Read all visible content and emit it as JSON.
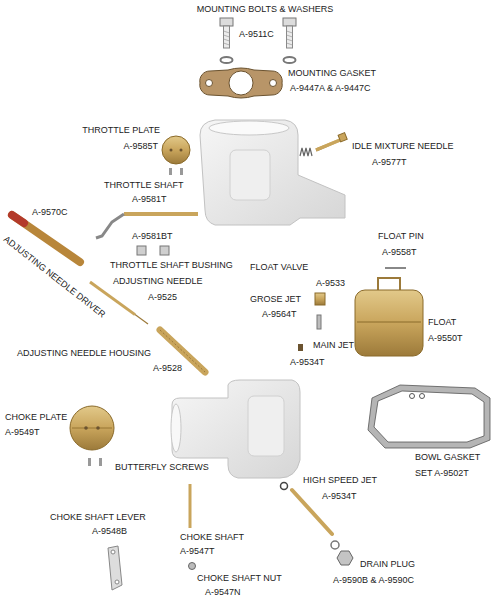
{
  "diagram": {
    "labels": [
      "MOUNTING BOLTS & WASHERS",
      "A-9511C",
      "MOUNTING GASKET",
      "A-9447A & A-9447C",
      "THROTTLE PLATE",
      "A-9585T",
      "IDLE MIXTURE NEEDLE",
      "A-9577T",
      "THROTTLE SHAFT",
      "A-9581T",
      "A-9570C",
      "ADJUSTING NEEDLE DRIVER",
      "A-9581BT",
      "FLOAT PIN",
      "A-9558T",
      "THROTTLE SHAFT BUSHING",
      "FLOAT VALVE",
      "A-9533",
      "ADJUSTING NEEDLE",
      "A-9525",
      "GROSE JET",
      "A-9564T",
      "FLOAT",
      "A-9550T",
      "MAIN JET",
      "ADJUSTING NEEDLE HOUSING",
      "A-9534T",
      "A-9528",
      "CHOKE PLATE",
      "A-9549T",
      "BOWL GASKET",
      "BUTTERFLY SCREWS",
      "SET A-9502T",
      "HIGH SPEED JET",
      "A-9534T",
      "CHOKE SHAFT LEVER",
      "A-9548B",
      "CHOKE SHAFT",
      "A-9547T",
      "DRAIN PLUG",
      "CHOKE SHAFT NUT",
      "A-9590B & A-9590C",
      "A-9547N"
    ]
  }
}
